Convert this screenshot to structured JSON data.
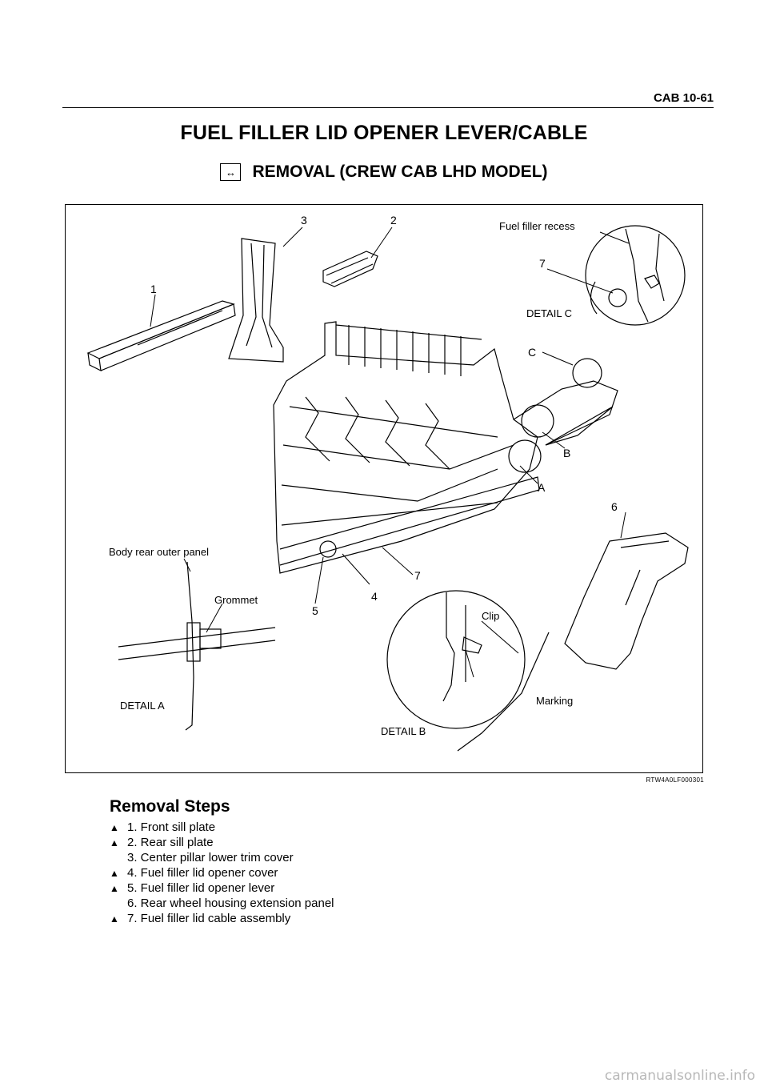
{
  "header": {
    "section": "CAB  10-61"
  },
  "title": "FUEL FILLER LID OPENER LEVER/CABLE",
  "subheading": {
    "icon": "double-arrow-icon",
    "text": "REMOVAL (CREW CAB LHD MODEL)"
  },
  "figure": {
    "labels": {
      "n1": "1",
      "n2": "2",
      "n3": "3",
      "n4": "4",
      "n5": "5",
      "n6": "6",
      "n7a": "7",
      "n7b": "7",
      "fuel_filler_recess": "Fuel filler recess",
      "detail_c": "DETAIL C",
      "c": "C",
      "b": "B",
      "a": "A",
      "body_rear_outer_panel": "Body rear outer panel",
      "grommet": "Grommet",
      "detail_a": "DETAIL A",
      "clip": "Clip",
      "marking": "Marking",
      "detail_b": "DETAIL B"
    },
    "code": "RTW4A0LF000301"
  },
  "steps_title": "Removal Steps",
  "steps": [
    {
      "marker": "▲",
      "text": "1. Front sill plate"
    },
    {
      "marker": "▲",
      "text": "2. Rear sill plate"
    },
    {
      "marker": "",
      "text": "3. Center pillar lower trim cover"
    },
    {
      "marker": "▲",
      "text": "4. Fuel filler lid opener cover"
    },
    {
      "marker": "▲",
      "text": "5. Fuel filler lid opener lever"
    },
    {
      "marker": "",
      "text": "6. Rear wheel housing extension panel"
    },
    {
      "marker": "▲",
      "text": "7. Fuel filler lid cable assembly"
    }
  ],
  "footer": "carmanualsonline.info"
}
